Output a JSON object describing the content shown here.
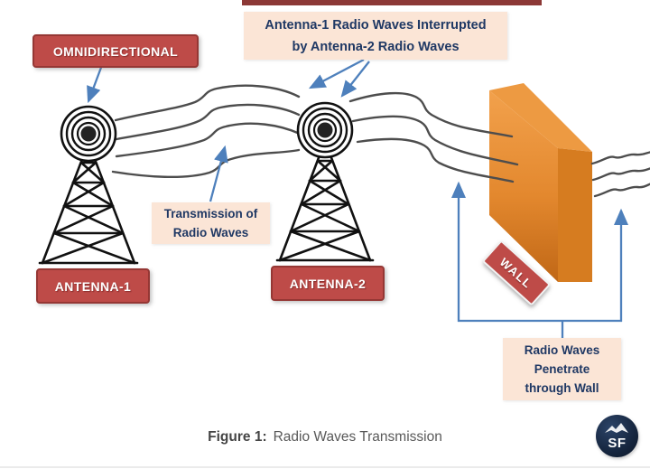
{
  "figure": {
    "caption_prefix": "Figure 1:",
    "caption_text": "Radio Waves Transmission"
  },
  "labels": {
    "omnidirectional": "OMNIDIRECTIONAL",
    "interrupted_line1": "Antenna-1 Radio Waves Interrupted",
    "interrupted_line2": "by Antenna-2 Radio Waves",
    "transmission_line1": "Transmission of",
    "transmission_line2": "Radio Waves",
    "antenna1": "ANTENNA-1",
    "antenna2": "ANTENNA-2",
    "wall": "WALL",
    "penetrate_line1": "Radio Waves",
    "penetrate_line2": "Penetrate",
    "penetrate_line3": "through Wall"
  },
  "logo": {
    "text": "SF",
    "icon": "open-book-icon"
  },
  "colors": {
    "callout_red": "#be4b48",
    "callout_red_border": "#953734",
    "peach_label_bg": "#fbe5d6",
    "label_text_navy": "#1f3864",
    "arrow_blue": "#4e80bc",
    "wave_gray": "#4d4d4d",
    "wall_front_top": "#f2a14c",
    "wall_front_bottom": "#c06716",
    "wall_side": "#d67c20",
    "wall_top": "#ed9a42",
    "caption_gray": "#595959",
    "logo_navy": "#16263f",
    "top_strip_red": "#8c3836"
  }
}
